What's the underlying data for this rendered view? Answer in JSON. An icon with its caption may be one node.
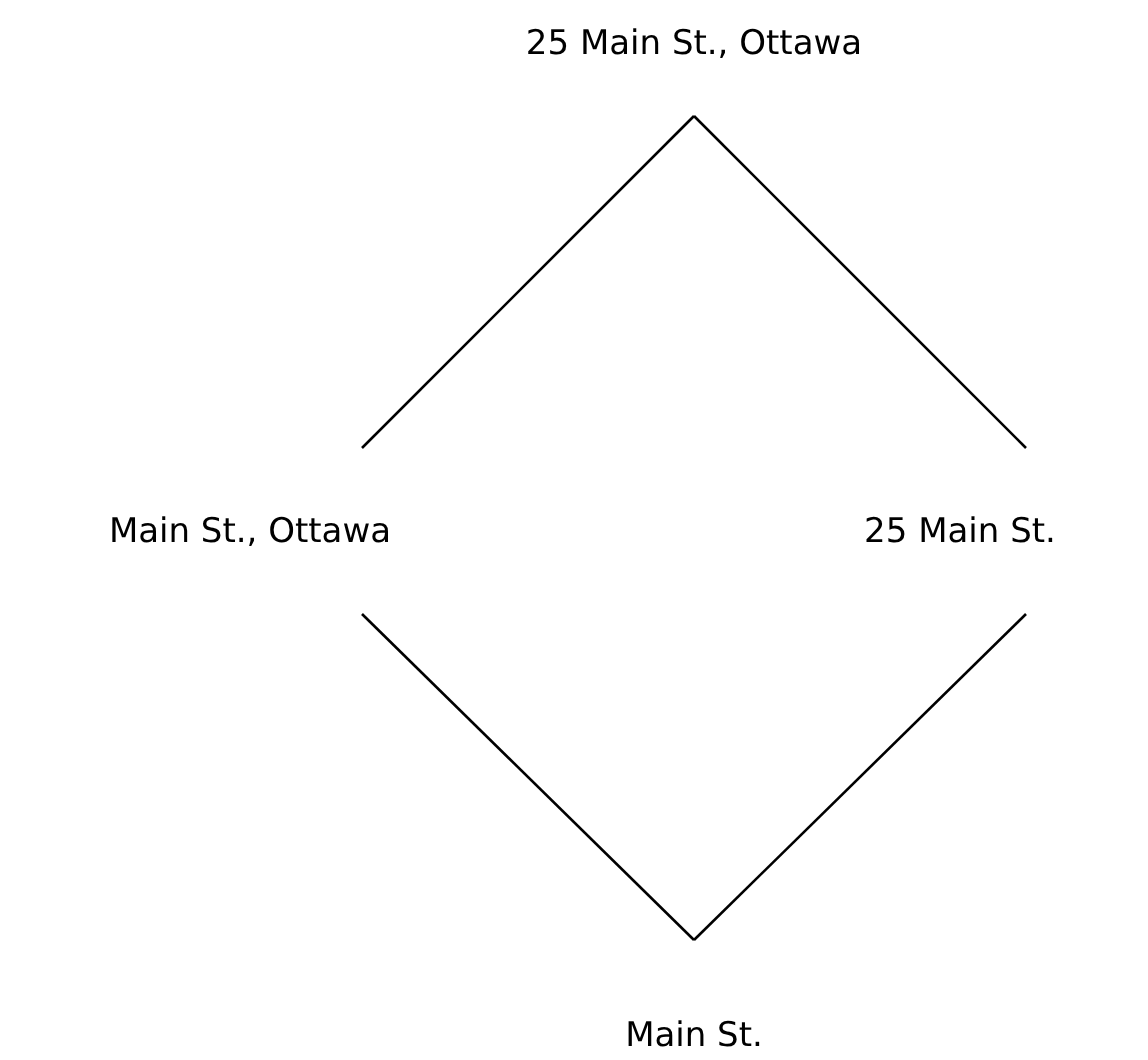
{
  "diagram": {
    "nodes": [
      {
        "text": [
          "25 Main St., Ottawa"
        ]
      },
      {
        "text": [
          "Main St., Ottawa"
        ]
      },
      {
        "text": [
          "25 Main St."
        ]
      },
      {
        "text": [
          "Main St."
        ]
      }
    ],
    "edges": [
      {
        "from": 0,
        "to": 1,
        "arrow": "none"
      },
      {
        "from": 0,
        "to": 2,
        "arrow": "none"
      },
      {
        "from": 1,
        "to": 3,
        "arrow": "none"
      },
      {
        "from": 2,
        "to": 3,
        "arrow": "none"
      }
    ]
  }
}
